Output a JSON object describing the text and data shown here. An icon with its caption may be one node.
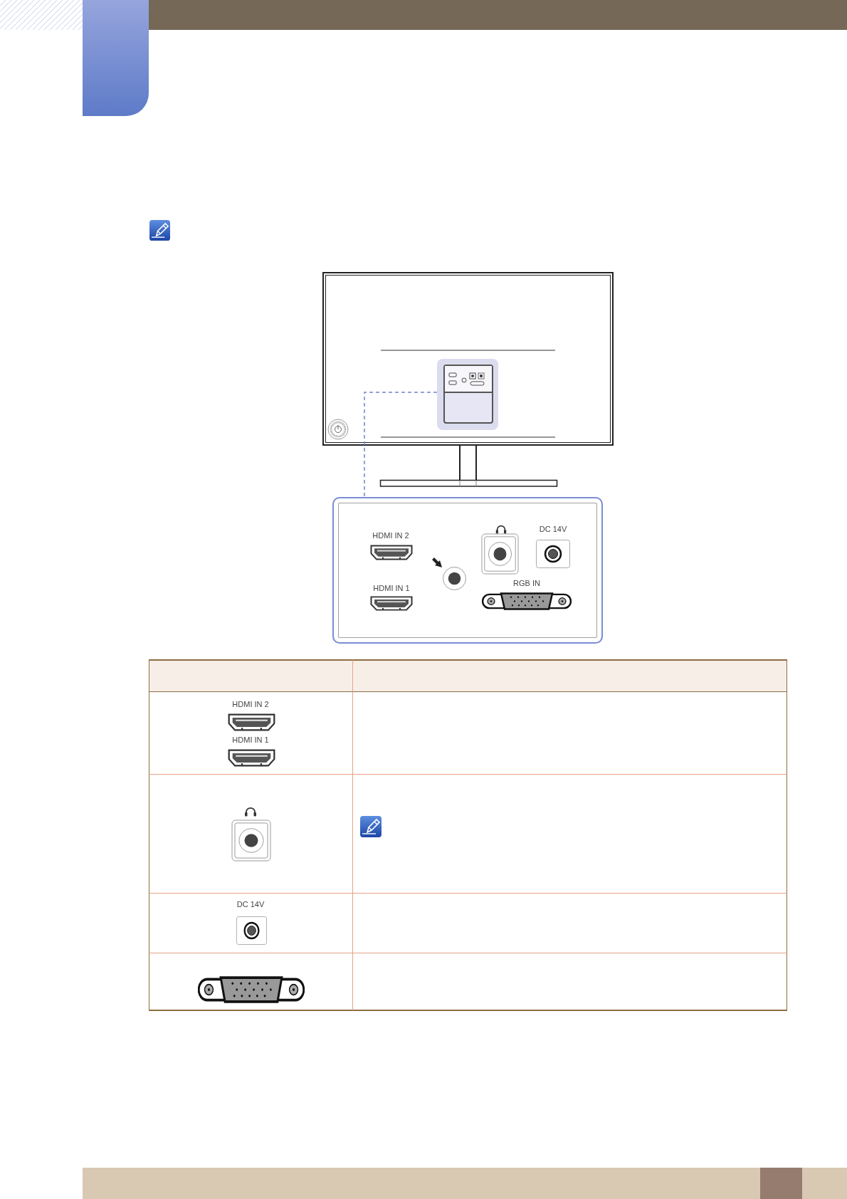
{
  "diagram": {
    "nodes": [
      {
        "text": [],
        "shape": "box"
      },
      {
        "text": [
          "HDMI IN 2",
          "DC 14V",
          "HDMI IN 1",
          "RGB IN"
        ]
      }
    ],
    "edges": [
      {
        "from": 0,
        "to": 1,
        "arrow": "none",
        "style": "dashed"
      }
    ],
    "labels": [
      "HDMI IN 2",
      "HDMI IN 1",
      "DC 14V"
    ]
  }
}
